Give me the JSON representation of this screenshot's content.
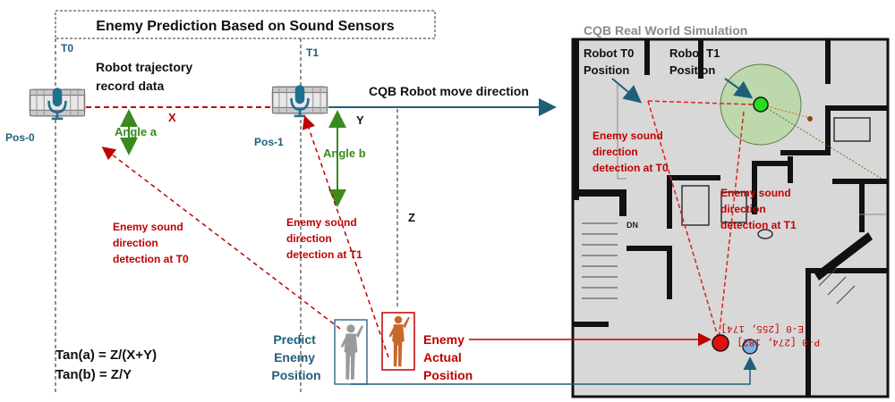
{
  "left_panel": {
    "title": "Enemy Prediction Based on Sound Sensors",
    "t0": "T0",
    "t1": "T1",
    "pos0": "Pos-0",
    "pos1": "Pos-1",
    "trajectory_label": [
      "Robot trajectory",
      "record data"
    ],
    "x_label": "X",
    "y_label": "Y",
    "z_label": "Z",
    "angle_a": "Angle a",
    "angle_b": "Angle b",
    "move_direction": "CQB Robot move direction",
    "sound_t0": [
      "Enemy sound",
      "direction",
      "detection  at T0"
    ],
    "sound_t1": [
      "Enemy sound",
      "direction",
      "detection  at T1"
    ],
    "predict_label": [
      "Predict",
      "Enemy",
      "Position"
    ],
    "actual_label": [
      "Enemy",
      "Actual",
      "Position"
    ],
    "formula_a": "Tan(a) = Z/(X+Y)",
    "formula_b": "Tan(b) = Z/Y"
  },
  "right_panel": {
    "title": "CQB Real World Simulation",
    "robot_t0": [
      "Robot T0",
      "Position"
    ],
    "robot_t1": [
      "Robot T1",
      "Position"
    ],
    "sound_t0": [
      "Enemy sound",
      "direction",
      "detection  at T0"
    ],
    "sound_t1": [
      "Enemy sound",
      "direction",
      "detection  at T1"
    ],
    "map_text_dn": "DN",
    "enemy_coord_1": "E-0 [255, 174]",
    "enemy_coord_2": "P-0 [274, 182]"
  },
  "colors": {
    "red": "#c00000",
    "green": "#3a8a1e",
    "teal": "#1f5f7a",
    "arrow_blue": "#1f5f7a",
    "robot_dot": "#22dd22",
    "enemy_dot": "#e01010",
    "predict_dot": "#7fb0dd"
  },
  "icons": [
    "microphone-robot-icon",
    "soldier-silhouette-icon"
  ]
}
